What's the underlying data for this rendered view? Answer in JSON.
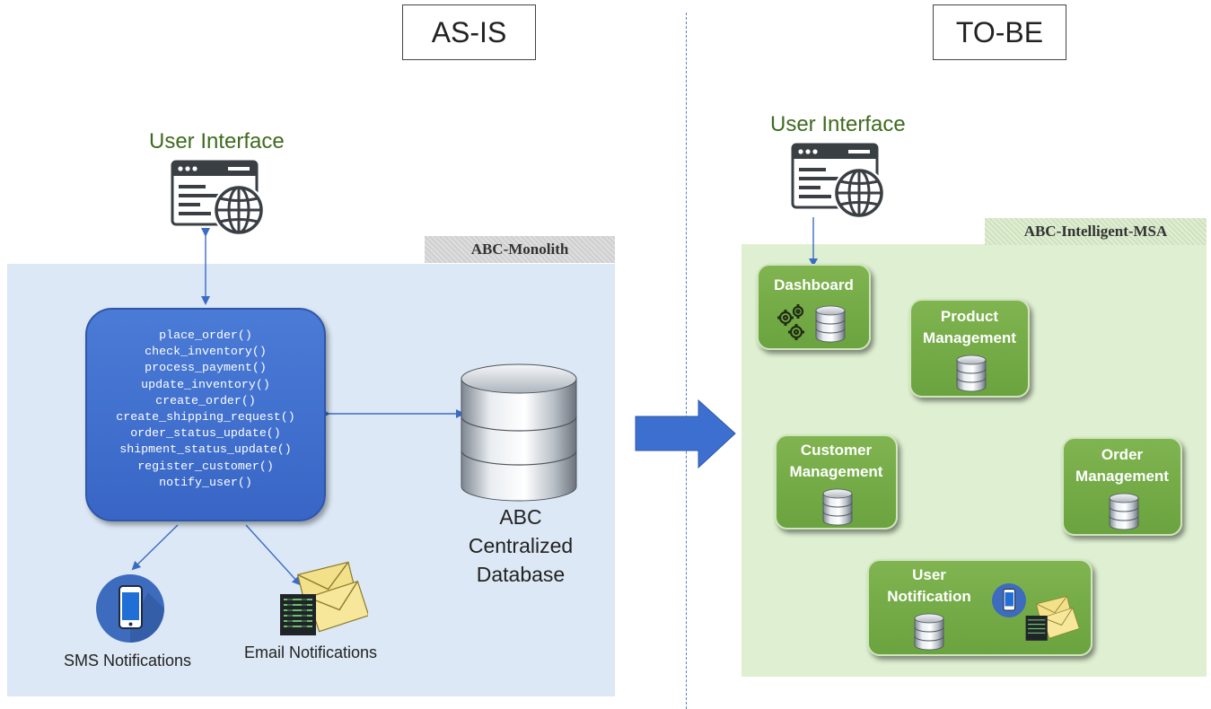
{
  "headings": {
    "as_is": "AS-IS",
    "to_be": "TO-BE"
  },
  "as_is": {
    "ui_label": "User Interface",
    "region_label": "ABC-Monolith",
    "functions": [
      "place_order()",
      "check_inventory()",
      "process_payment()",
      "update_inventory()",
      "create_order()",
      "create_shipping_request()",
      "order_status_update()",
      "shipment_status_update()",
      "register_customer()",
      "notify_user()"
    ],
    "database_lines": [
      "ABC",
      "Centralized",
      "Database"
    ],
    "sms_label": "SMS Notifications",
    "email_label": "Email Notifications"
  },
  "to_be": {
    "ui_label": "User Interface",
    "region_label": "ABC-Intelligent-MSA",
    "services": {
      "dashboard": [
        "Dashboard"
      ],
      "product": [
        "Product",
        "Management"
      ],
      "customer": [
        "Customer",
        "Management"
      ],
      "order": [
        "Order",
        "Management"
      ],
      "notification": [
        "User",
        "Notification"
      ]
    }
  },
  "colors": {
    "monolith_bg": "#dce8f5",
    "msa_bg": "#dff0d2",
    "code_box": "#3f70cf",
    "service": "#72aa45",
    "arrow": "#3b6bc7",
    "ui_label": "#3f6b1f"
  },
  "icons": [
    "browser-globe-icon",
    "database-icon",
    "gears-icon",
    "phone-icon",
    "email-icon",
    "transition-arrow-icon"
  ]
}
